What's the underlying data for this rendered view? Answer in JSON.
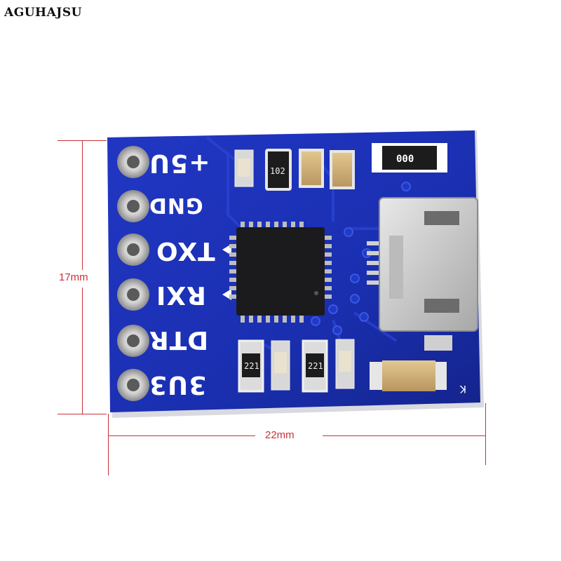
{
  "brand": "AGUHAJSU",
  "dimensions": {
    "height": "17mm",
    "width": "22mm"
  },
  "pins": [
    "+5U",
    "GND",
    "TXO",
    "RXI",
    "DTR",
    "3U3"
  ],
  "component_codes": {
    "resistor_top": "102",
    "resistor_big": "000",
    "resistor_bottom_1": "221",
    "resistor_bottom_2": "221"
  },
  "silkscreen_k": "K",
  "colors": {
    "pcb": "#1a2fb0",
    "dimension_line": "#c8323a",
    "chip": "#1b1b1e"
  }
}
